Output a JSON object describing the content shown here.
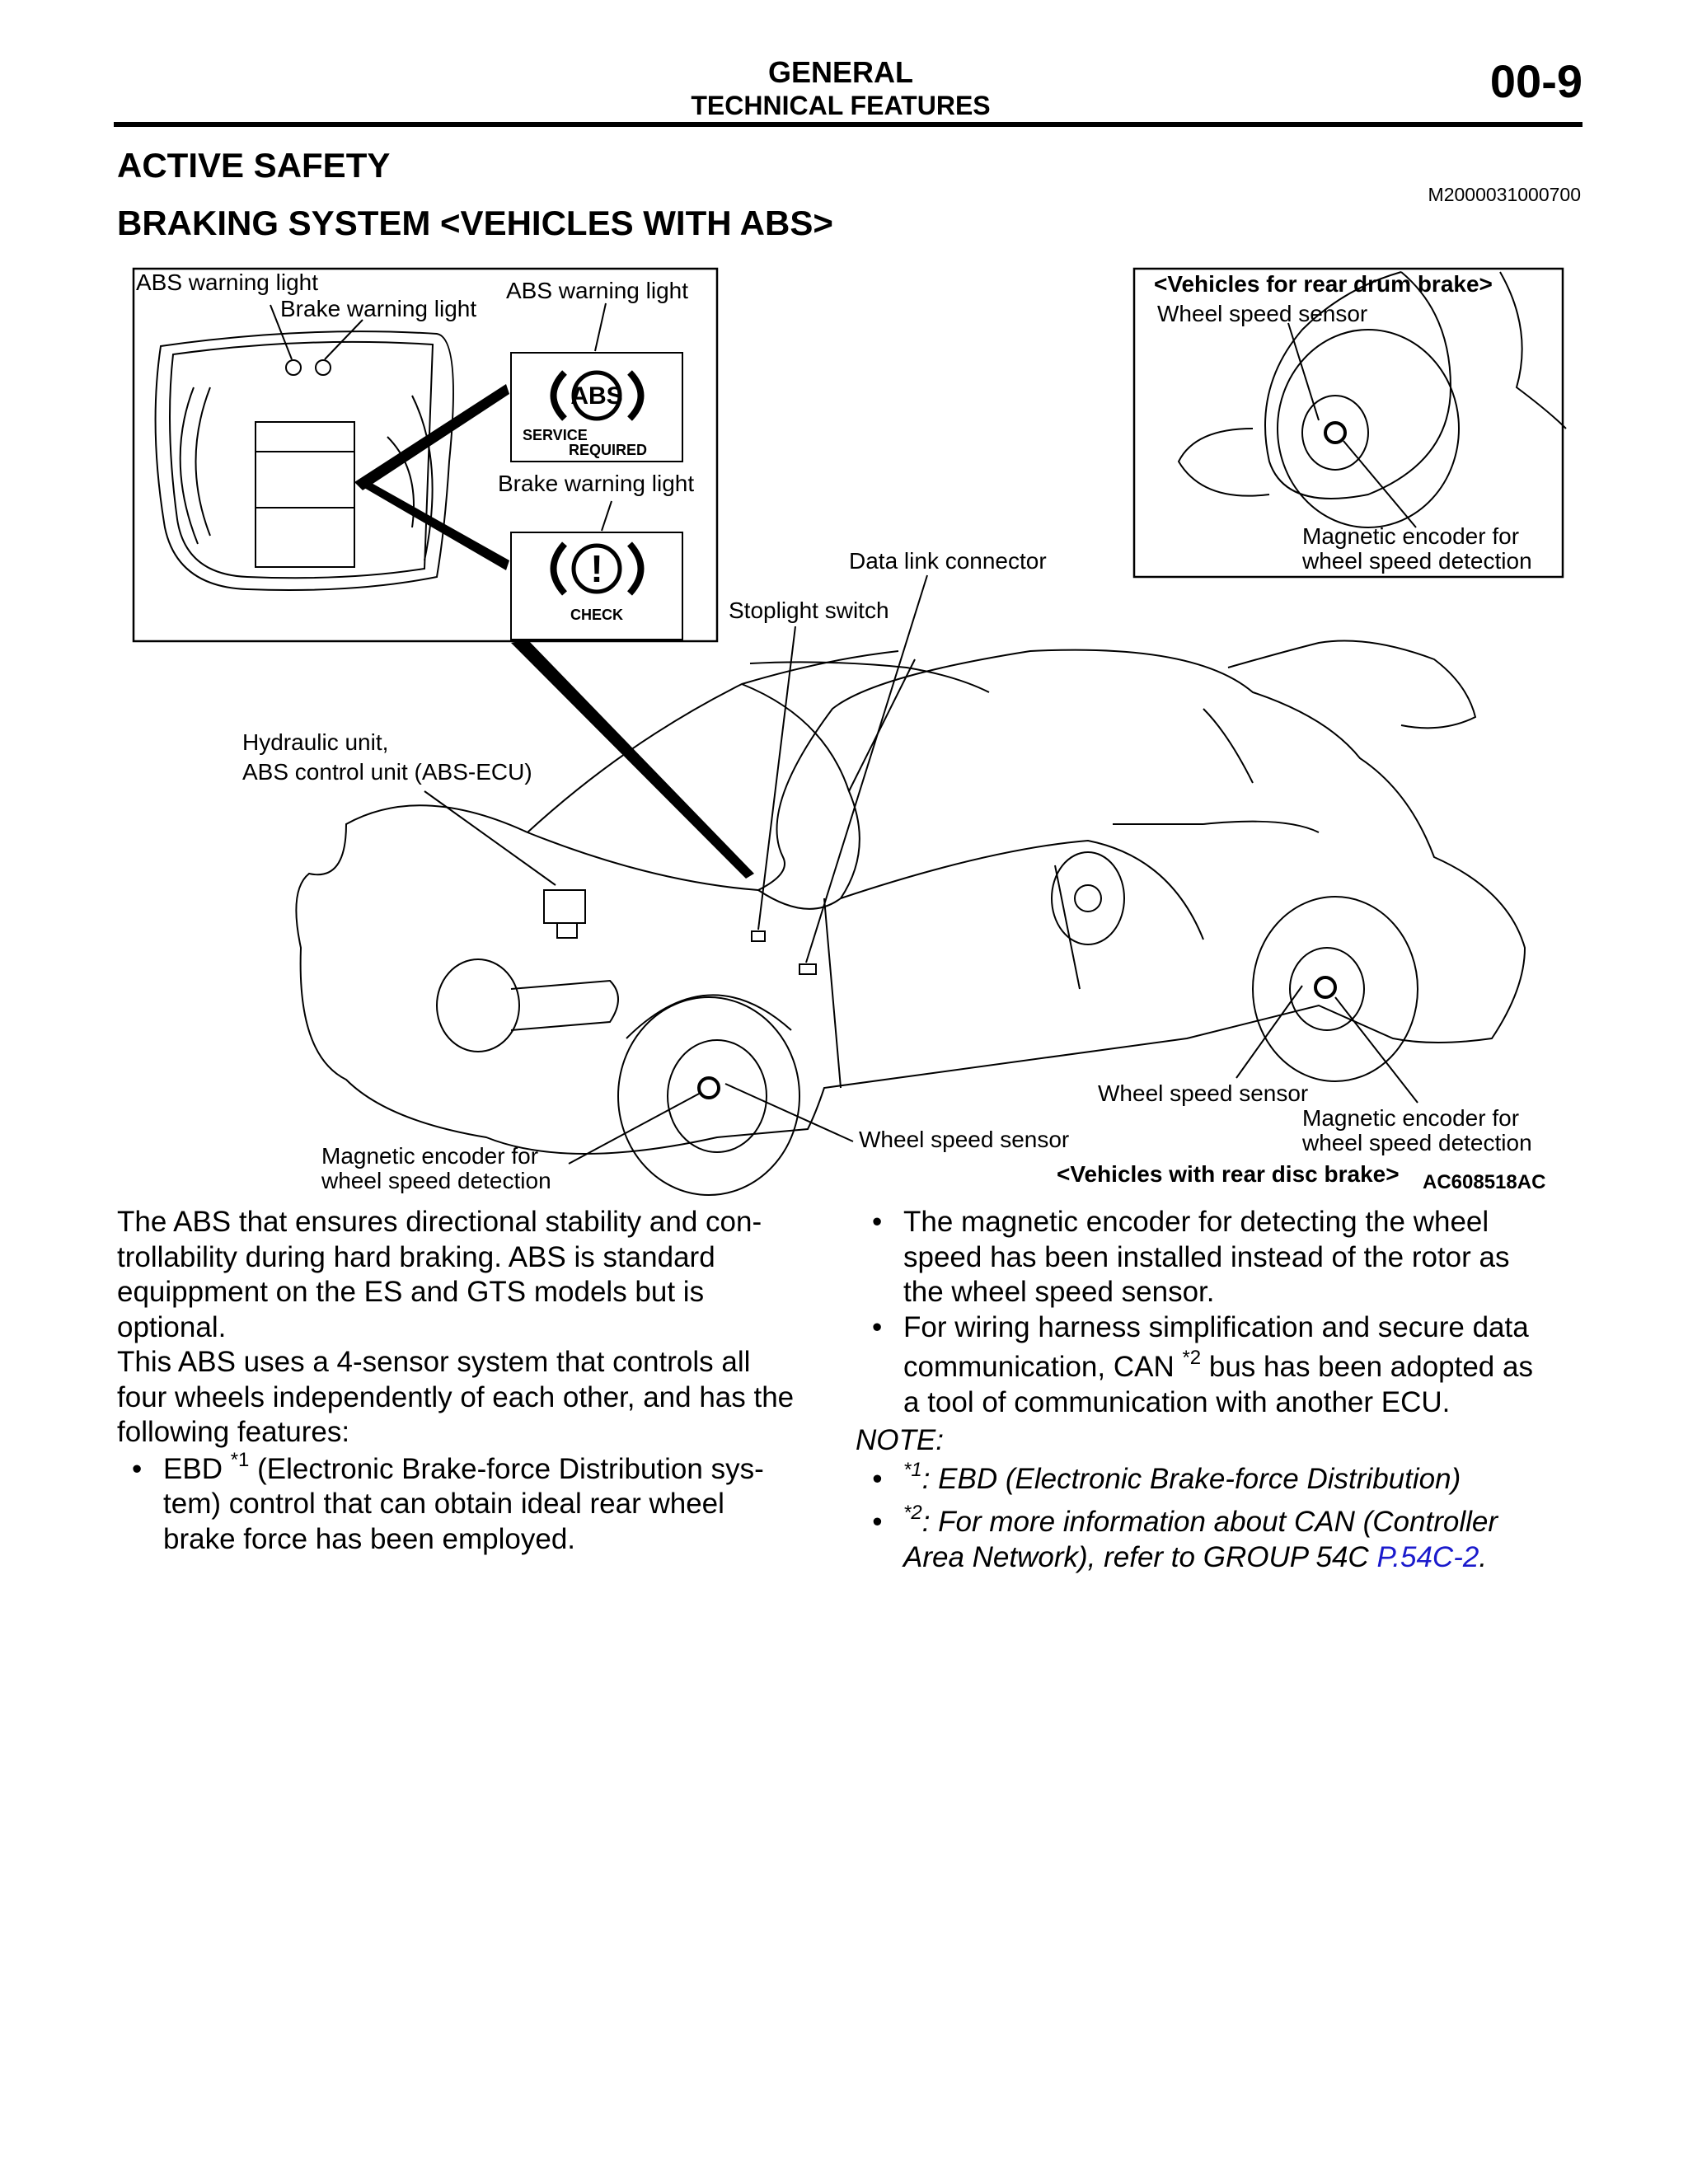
{
  "header": {
    "title": "GENERAL",
    "subtitle": "TECHNICAL FEATURES",
    "page_number": "00-9"
  },
  "section": {
    "title": "ACTIVE SAFETY",
    "doc_code": "M2000031000700",
    "subtitle": "BRAKING SYSTEM <VEHICLES WITH ABS>"
  },
  "figure": {
    "cluster": {
      "abs_light_label": "ABS warning light",
      "brake_light_label": "Brake warning light",
      "abs_indicator_label": "ABS warning light",
      "abs_symbol": "ABS",
      "abs_line1": "SERVICE",
      "abs_line2": "REQUIRED",
      "brake_indicator_label": "Brake warning light",
      "brake_symbol": "!",
      "brake_line": "CHECK"
    },
    "drum_inset": {
      "title": "<Vehicles for rear drum brake>",
      "sensor_label": "Wheel speed sensor",
      "encoder_label_1": "Magnetic encoder for",
      "encoder_label_2": "wheel speed detection"
    },
    "data_link_connector": "Data link connector",
    "stoplight_switch": "Stoplight switch",
    "hydraulic_unit_1": "Hydraulic unit,",
    "hydraulic_unit_2": "ABS control unit (ABS-ECU)",
    "rear_sensor_label": "Wheel speed sensor",
    "rear_encoder_1": "Magnetic encoder for",
    "rear_encoder_2": "wheel speed detection",
    "front_sensor_label": "Wheel speed sensor",
    "front_encoder_1": "Magnetic encoder for",
    "front_encoder_2": "wheel speed detection",
    "disc_caption": "<Vehicles with rear disc brake>",
    "figure_code": "AC608518AC"
  },
  "left_column": {
    "p1_l1": "The ABS that ensures directional stability and con-",
    "p1_l2": "trollability during hard braking. ABS is standard",
    "p1_l3": "equippment on the ES and GTS models but is",
    "p1_l4": "optional.",
    "p2_l1": "This ABS uses a 4-sensor system that controls all",
    "p2_l2": "four wheels independently of each other, and has the",
    "p2_l3": "following features:",
    "bullet_dot": "•",
    "b1_pre": "EBD ",
    "b1_sup": "*1",
    "b1_post": " (Electronic Brake-force Distribution sys-",
    "b1_l2": "tem) control that can obtain ideal rear wheel",
    "b1_l3": "brake force has been employed."
  },
  "right_column": {
    "bullet_dot": "•",
    "b1_l1": "The magnetic encoder for detecting the wheel",
    "b1_l2": "speed has been installed instead of the rotor as",
    "b1_l3": "the wheel speed sensor.",
    "b2_l1": "For wiring harness simplification and secure data",
    "b2_pre": "communication, CAN ",
    "b2_sup": "*2",
    "b2_post": " bus has been adopted as",
    "b2_l3": "a tool of communication with another ECU.",
    "note_label": "NOTE:",
    "n1_sup": "*1",
    "n1_text": ": EBD (Electronic Brake-force Distribution)",
    "n2_sup": "*2",
    "n2_text": ": For more information about CAN (Controller",
    "n2_l2_pre": "Area Network), refer to GROUP 54C ",
    "n2_link": "P.54C-2",
    "n2_end": "."
  }
}
